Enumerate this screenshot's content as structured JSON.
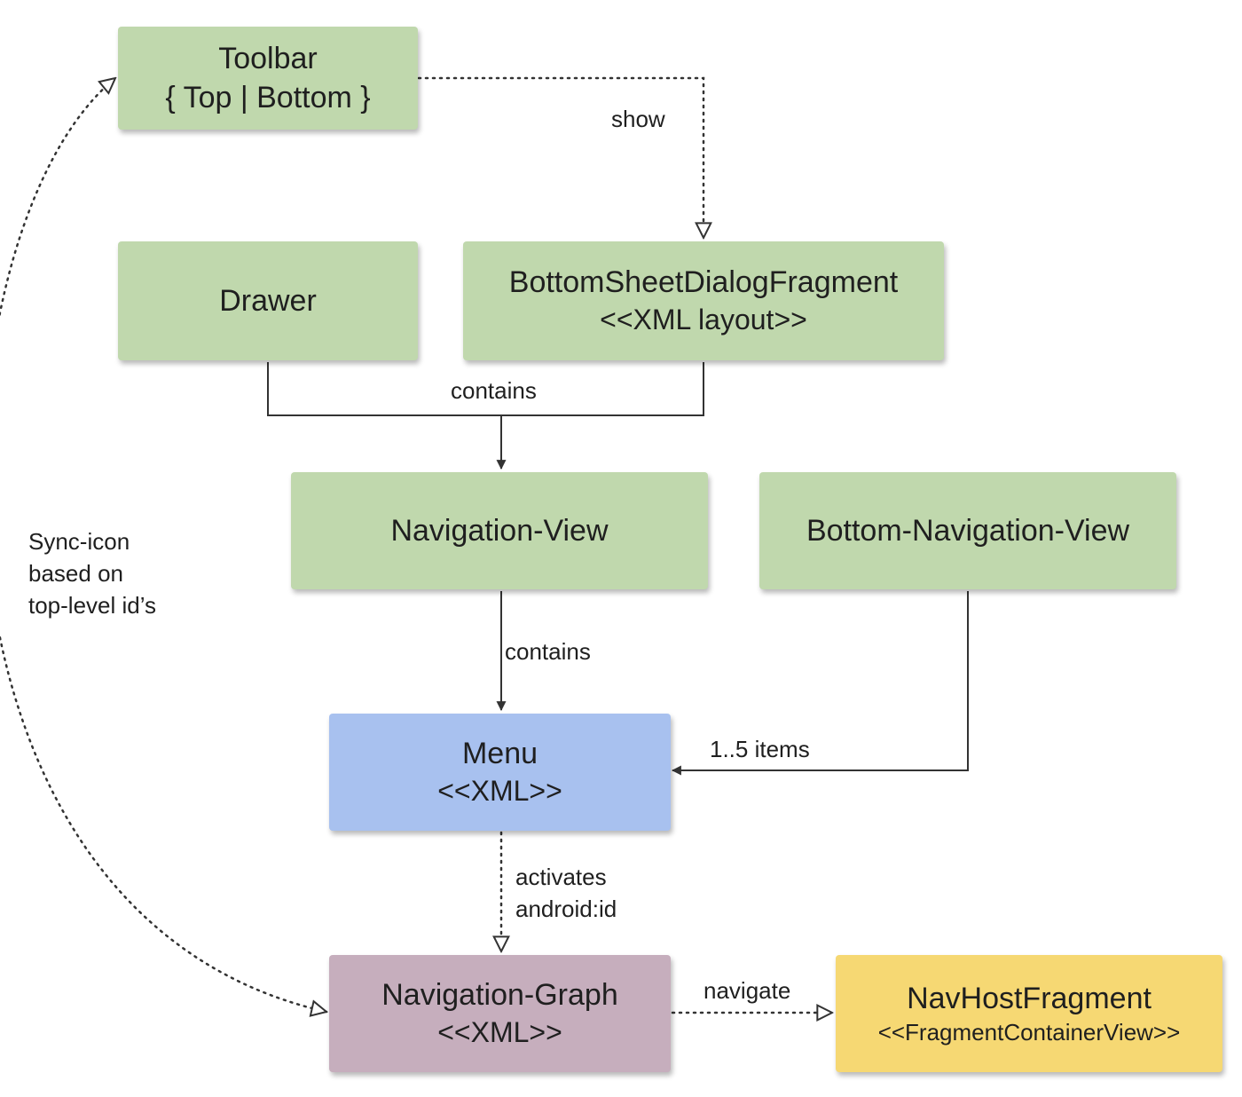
{
  "nodes": {
    "toolbar": {
      "line1": "Toolbar",
      "line2": "{ Top | Bottom }",
      "color": "#c0d8ad"
    },
    "drawer": {
      "line1": "Drawer",
      "color": "#c0d8ad"
    },
    "bottom_sheet": {
      "line1": "BottomSheetDialogFragment",
      "line2": "<<XML layout>>",
      "color": "#c0d8ad"
    },
    "navigation_view": {
      "line1": "Navigation-View",
      "color": "#c0d8ad"
    },
    "bottom_navigation_view": {
      "line1": "Bottom-Navigation-View",
      "color": "#c0d8ad"
    },
    "menu": {
      "line1": "Menu",
      "line2": "<<XML>>",
      "color": "#a8c1ef"
    },
    "navigation_graph": {
      "line1": "Navigation-Graph",
      "line2": "<<XML>>",
      "color": "#c6aebd"
    },
    "nav_host_fragment": {
      "line1": "NavHostFragment",
      "line2": "<<FragmentContainerView>>",
      "color": "#f6d873"
    }
  },
  "edges": {
    "show": "show",
    "contains_top": "contains",
    "contains_menu": "contains",
    "items": "1..5 items",
    "activates_line1": "activates",
    "activates_line2": "android:id",
    "navigate": "navigate",
    "sync_line1": "Sync-icon",
    "sync_line2": "based on",
    "sync_line3": "top-level id’s"
  }
}
